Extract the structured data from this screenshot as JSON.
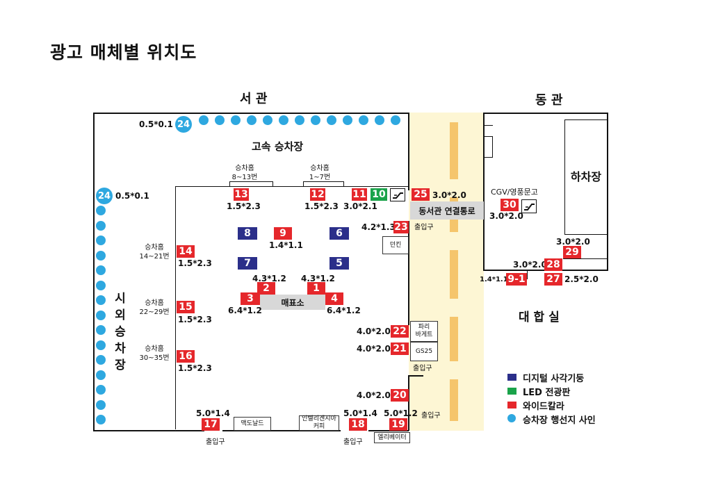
{
  "page": {
    "title": "광고 매체별 위치도"
  },
  "map": {
    "west_title": "서 관",
    "east_title": "동 관",
    "highway_platform": "고속 승차장",
    "city_platform": "시 외 승 차 장",
    "dropoff": "하차장",
    "waiting_room": "대 합 실",
    "ticket_office": "매표소",
    "connection": "동서관 연결통로",
    "cgv": "CGV/영풍문고",
    "shops": {
      "dunkin": "던킨",
      "paris": "파리\n바게트",
      "gs25": "GS25",
      "mcdonalds": "맥도날드",
      "intelligentsia": "인텔리겐시아\n커피",
      "elevator": "엘리베이터"
    },
    "exits": {
      "e1": "출입구",
      "e2": "출입구",
      "e3": "출입구",
      "e4": "출입구",
      "e5": "출입구"
    },
    "gates": {
      "g13": "승차홈\n8~13번",
      "g12": "승차홈\n1~7번",
      "g14": "승차홈\n14~21번",
      "g15": "승차홈\n22~29번",
      "g16": "승차홈\n30~35번"
    },
    "items": {
      "i1": {
        "no": "1",
        "size": "4.3*1.2"
      },
      "i2": {
        "no": "2",
        "size": "4.3*1.2"
      },
      "i3": {
        "no": "3",
        "size": "6.4*1.2"
      },
      "i4": {
        "no": "4",
        "size": "6.4*1.2"
      },
      "i6": {
        "no": "6"
      },
      "i7": {
        "no": "7"
      },
      "i5": {
        "no": "5"
      },
      "i8": {
        "no": "8"
      },
      "i9": {
        "no": "9",
        "size": "1.4*1.1"
      },
      "i10": {
        "no": "10"
      },
      "i11": {
        "no": "11",
        "size": "3.0*2.1"
      },
      "i12": {
        "no": "12",
        "size": "1.5*2.3"
      },
      "i13": {
        "no": "13",
        "size": "1.5*2.3"
      },
      "i14": {
        "no": "14",
        "size": "1.5*2.3"
      },
      "i15": {
        "no": "15",
        "size": "1.5*2.3"
      },
      "i16": {
        "no": "16",
        "size": "1.5*2.3"
      },
      "i17": {
        "no": "17",
        "size": "5.0*1.4"
      },
      "i18": {
        "no": "18",
        "size": "5.0*1.4"
      },
      "i19": {
        "no": "19",
        "size": "5.0*1.2"
      },
      "i20": {
        "no": "20",
        "size": "4.0*2.0"
      },
      "i21": {
        "no": "21",
        "size": "4.0*2.0"
      },
      "i22": {
        "no": "22",
        "size": "4.0*2.0"
      },
      "i23": {
        "no": "23",
        "size": "4.2*1.3"
      },
      "i24a": {
        "no": "24",
        "size": "0.5*0.1"
      },
      "i24b": {
        "no": "24",
        "size": "0.5*0.1"
      },
      "i25": {
        "no": "25",
        "size": "3.0*2.0"
      },
      "i27": {
        "no": "27",
        "size": "2.5*2.0"
      },
      "i28": {
        "no": "28",
        "size": "3.0*2.0"
      },
      "i29": {
        "no": "29",
        "size": "3.0*2.0"
      },
      "i30": {
        "no": "30",
        "size": "3.0*2.0"
      },
      "i91": {
        "no": "9-1",
        "size": "1.4*1.1"
      }
    }
  },
  "legend": {
    "digital": "디지털 사각기둥",
    "led": "LED 전광판",
    "wide": "와이드칼라",
    "line": "승차장 행선지 사인"
  },
  "colors": {
    "red": "#e5272b",
    "blue": "#2b2f8a",
    "green": "#1aa34a",
    "cyan": "#2ea8e0",
    "corridor": "#fdf6d4"
  },
  "icons": {
    "escalator": "escalator-icon"
  }
}
